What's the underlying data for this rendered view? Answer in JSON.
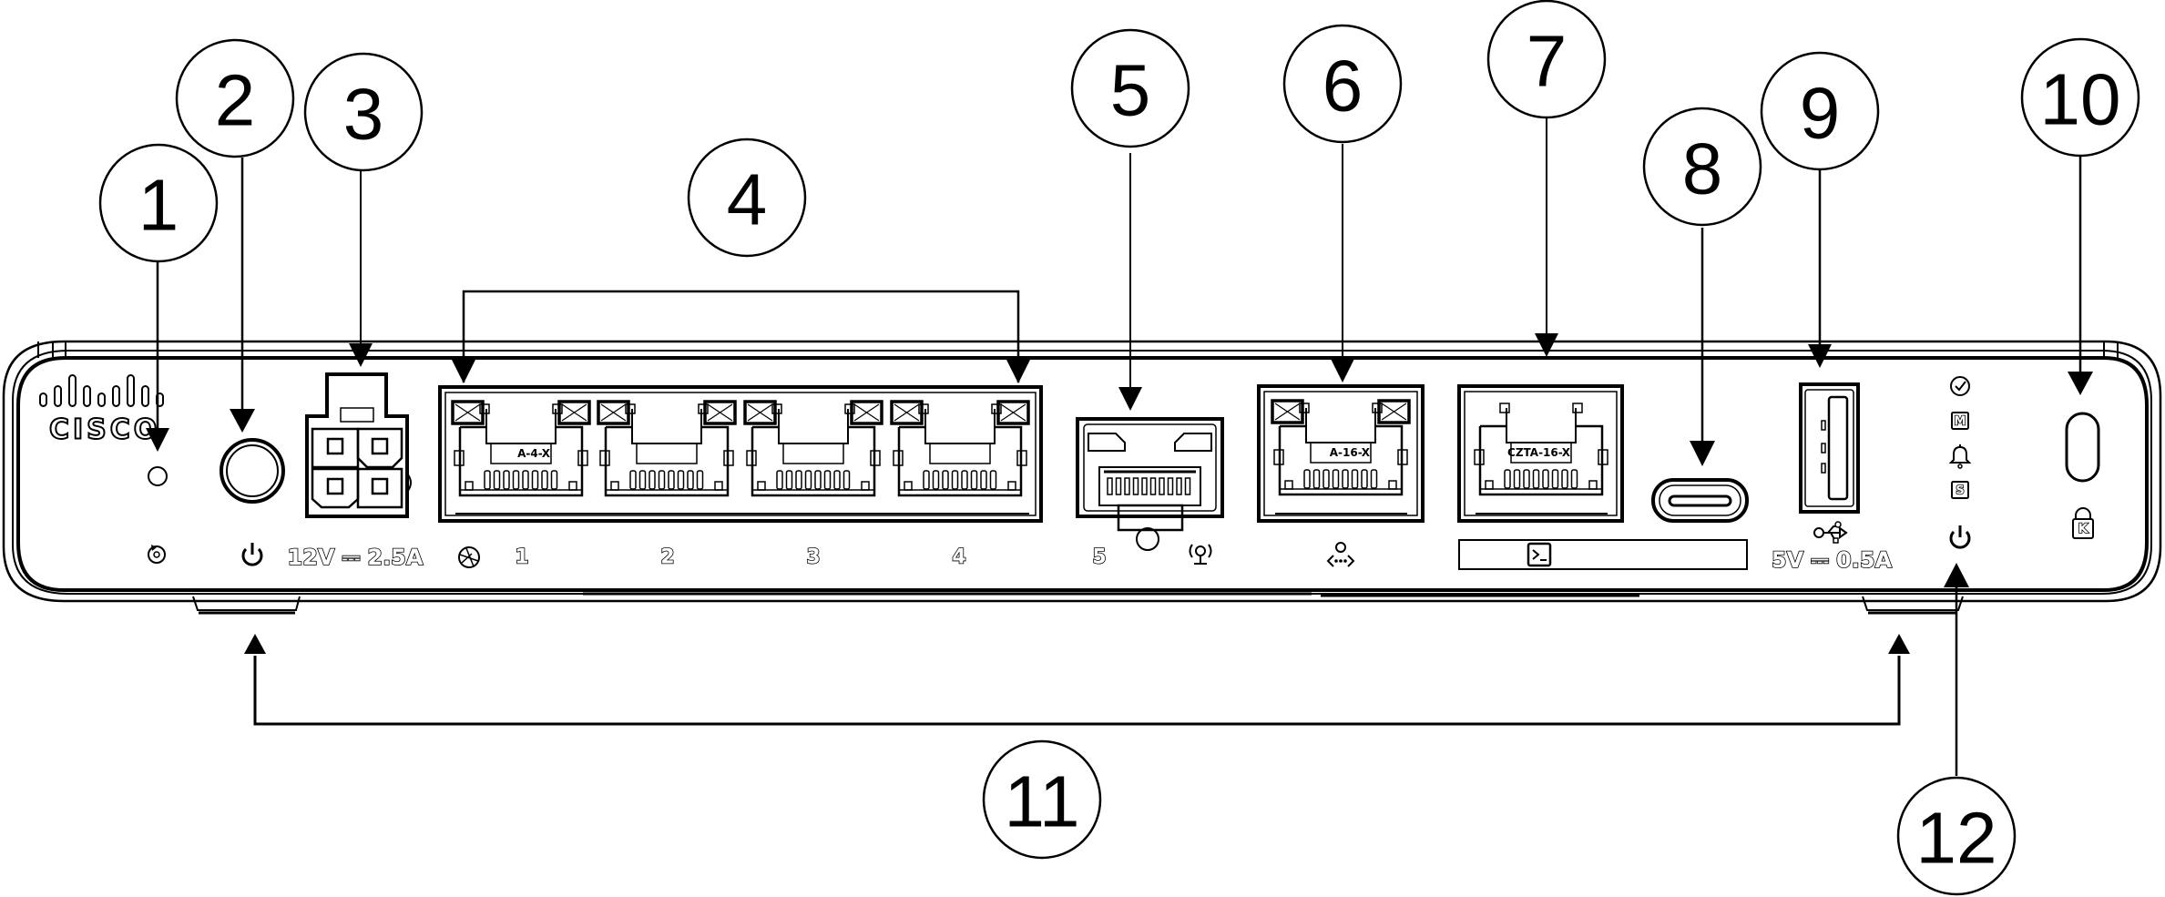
{
  "diagram": {
    "title": "Cisco router rear/front panel component callouts",
    "brand": "CISCO",
    "callouts": [
      {
        "number": "1",
        "component": "Reset button"
      },
      {
        "number": "2",
        "component": "Power button"
      },
      {
        "number": "3",
        "component": "Power connector"
      },
      {
        "number": "4",
        "component": "LAN ports 1-4"
      },
      {
        "number": "5",
        "component": "SFP port 5"
      },
      {
        "number": "6",
        "component": "Management port"
      },
      {
        "number": "7",
        "component": "Console port"
      },
      {
        "number": "8",
        "component": "USB Type-C console port"
      },
      {
        "number": "9",
        "component": "USB Type-A port"
      },
      {
        "number": "10",
        "component": "Kensington lock slot"
      },
      {
        "number": "11",
        "component": "Feet"
      },
      {
        "number": "12",
        "component": "Status LEDs"
      }
    ],
    "panel_labels": {
      "power_rating": "12V ⎓ 2.5A",
      "usb_rating": "5V ⎓ 0.5A",
      "port_numbers": [
        "1",
        "2",
        "3",
        "4"
      ],
      "sfp_number": "5",
      "port1_jack_label": "A-4-X",
      "mgmt_jack_label": "A-16-X",
      "console_jack_label": "CZTA-16-X",
      "led_m": "M",
      "led_s": "S",
      "lock_letter": "K"
    },
    "icons": {
      "reset": "reset-icon",
      "power": "power-icon",
      "wan": "globe-icon",
      "sfp_signal": "signal-icon",
      "management": "management-icon",
      "console": "terminal-icon",
      "usb": "usb-icon",
      "led_status": "check-circle-icon",
      "led_alarm": "bell-icon",
      "led_power": "power-icon",
      "kensington": "lock-icon"
    }
  }
}
